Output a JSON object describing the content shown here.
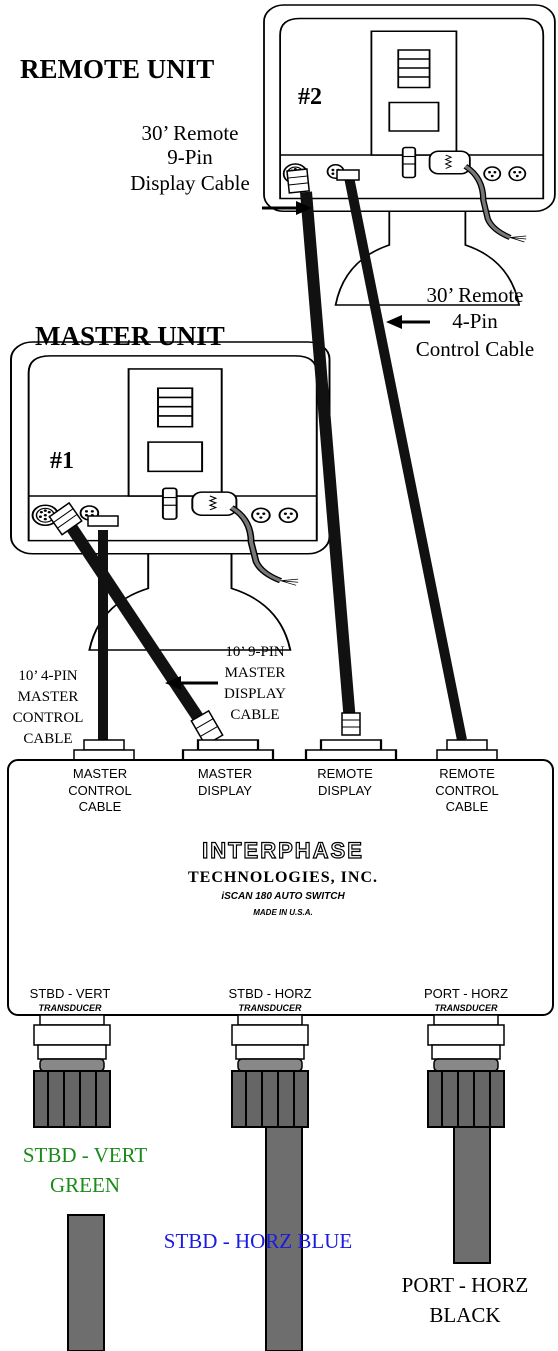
{
  "remote_unit": {
    "title": "REMOTE UNIT",
    "number": "#2"
  },
  "master_unit": {
    "title": "MASTER UNIT",
    "number": "#1"
  },
  "cable_labels": {
    "remote_9pin": [
      "30’ Remote",
      "9-Pin",
      "Display Cable"
    ],
    "remote_4pin": [
      "30’ Remote",
      "4-Pin",
      "Control Cable"
    ],
    "master_9pin": [
      "10’  9-PIN",
      "MASTER",
      "DISPLAY",
      "CABLE"
    ],
    "master_4pin": [
      "10’  4-PIN",
      "MASTER",
      "CONTROL",
      "CABLE"
    ]
  },
  "switch_box": {
    "ports_top": [
      [
        "MASTER",
        "CONTROL",
        "CABLE"
      ],
      [
        "MASTER",
        "DISPLAY"
      ],
      [
        "REMOTE",
        "DISPLAY"
      ],
      [
        "REMOTE",
        "CONTROL",
        "CABLE"
      ]
    ],
    "brand": "INTERPHASE",
    "company": "TECHNOLOGIES, INC.",
    "model": "iSCAN 180 AUTO SWITCH",
    "made_in": "MADE IN U.S.A.",
    "ports_bottom": [
      "STBD - VERT",
      "STBD - HORZ",
      "PORT - HORZ"
    ],
    "transducer_label": "TRANSDUCER"
  },
  "transducers": [
    {
      "lines": [
        "STBD - VERT",
        "GREEN"
      ],
      "color": "#1a8a1a"
    },
    {
      "lines": [
        "STBD - HORZ  BLUE"
      ],
      "color": "#1a1ae0"
    },
    {
      "lines": [
        "PORT - HORZ",
        "BLACK"
      ],
      "color": "#000000"
    }
  ]
}
